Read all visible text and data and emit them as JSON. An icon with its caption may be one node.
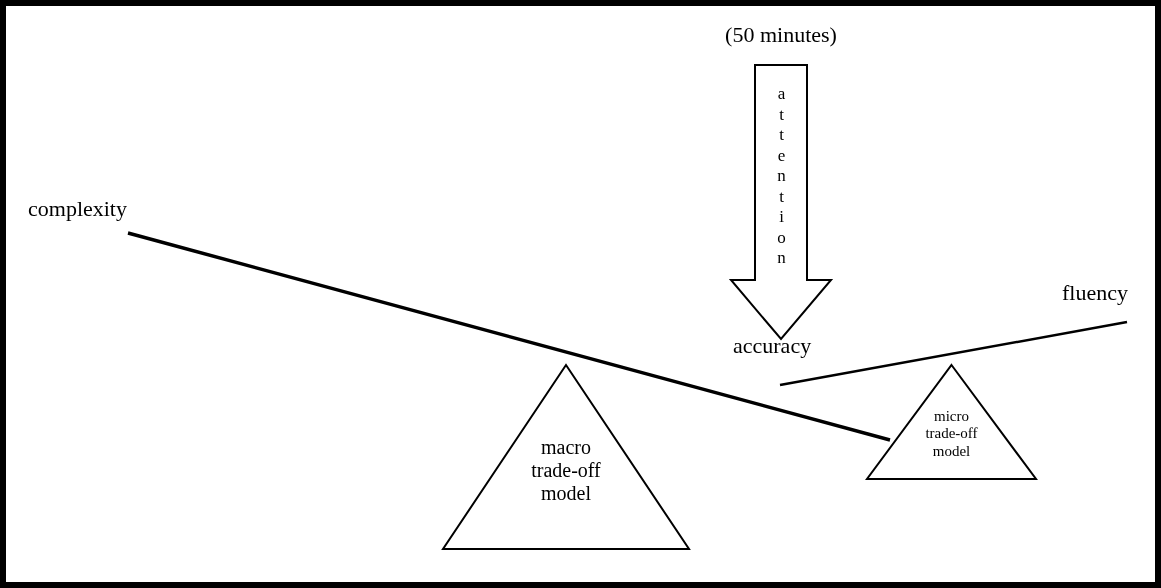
{
  "diagram": {
    "nodes": [
      {
        "text": [
          "attention"
        ],
        "beside": [
          "(50 minutes)"
        ]
      },
      {
        "text": [
          "macro trade-off model"
        ]
      },
      {
        "text": [
          "micro trade-off model"
        ]
      }
    ],
    "labels": [
      "complexity",
      "fluency",
      "accuracy"
    ]
  }
}
